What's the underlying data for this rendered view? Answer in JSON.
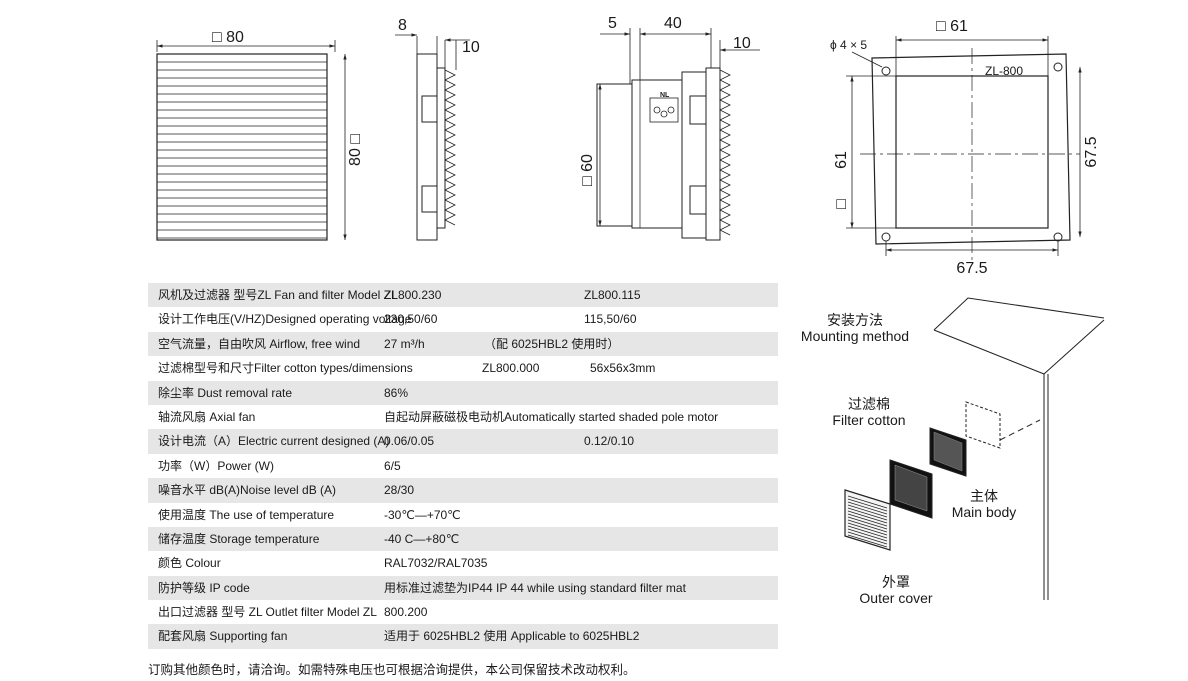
{
  "drawings": {
    "front": {
      "top_dim": "□ 80",
      "side_dim": "80 □"
    },
    "side1": {
      "dim_a": "8",
      "dim_b": "10"
    },
    "side2": {
      "dim_a": "5",
      "dim_b": "40",
      "dim_c": "10",
      "height_dim": "□ 60",
      "label": "NL"
    },
    "cutout": {
      "top_dim": "□ 61",
      "hole_dim": "ϕ 4 × 5",
      "model": "ZL-800",
      "left_dim": "61",
      "left_box": "□",
      "right_dim": "67.5",
      "bottom_dim": "67.5"
    }
  },
  "specs": [
    {
      "label": "风机及过滤器  型号ZL  Fan and filter  Model ZL",
      "v1": "ZL800.230",
      "v2": "ZL800.115",
      "v3": ""
    },
    {
      "label": "设计工作电压(V/HZ)Designed operating voltage",
      "v1": "230,50/60",
      "v2": "115,50/60",
      "v3": ""
    },
    {
      "label": "空气流量，自由吹风 Airflow, free wind",
      "v1": "27 m³/h",
      "v2": "（配   6025HBL2   使用时）",
      "v3": ""
    },
    {
      "label": "过滤棉型号和尺寸Filter cotton types/dimensions",
      "v1": "",
      "v2": "ZL800.000",
      "v3": "56x56x3mm"
    },
    {
      "label": "除尘率 Dust removal rate",
      "v1": "86%",
      "v2": "",
      "v3": ""
    },
    {
      "label": "轴流风扇 Axial fan",
      "v1": "自起动屏蔽磁极电动机Automatically started shaded pole motor",
      "v2": "",
      "v3": ""
    },
    {
      "label": "设计电流（A）Electric current designed (A)",
      "v1": "0.06/0.05",
      "v2": "0.12/0.10",
      "v3": ""
    },
    {
      "label": "功率（W）Power (W)",
      "v1": "6/5",
      "v2": "",
      "v3": ""
    },
    {
      "label": "噪音水平 dB(A)Noise level dB (A)",
      "v1": "28/30",
      "v2": "",
      "v3": ""
    },
    {
      "label": "使用温度  The use of temperature",
      "v1": "-30℃—+70℃",
      "v2": "",
      "v3": ""
    },
    {
      "label": "储存温度  Storage temperature",
      "v1": "-40 C—+80℃",
      "v2": "",
      "v3": ""
    },
    {
      "label": "颜色 Colour",
      "v1": "RAL7032/RAL7035",
      "v2": "",
      "v3": ""
    },
    {
      "label": "防护等级  IP code",
      "v1": "用标准过滤垫为IP44   IP 44 while using standard filter mat",
      "v2": "",
      "v3": ""
    },
    {
      "label": "出口过滤器  型号 ZL  Outlet filter  Model ZL",
      "v1": "800.200",
      "v2": "",
      "v3": ""
    },
    {
      "label": "配套风扇 Supporting fan",
      "v1": "适用于   6025HBL2     使用     Applicable to 6025HBL2",
      "v2": "",
      "v3": ""
    }
  ],
  "footnote": "订购其他颜色时，请洽询。如需特殊电压也可根据洽询提供，本公司保留技术改动权利。",
  "mounting": {
    "title_cn": "安装方法",
    "title_en": "Mounting method",
    "filter_cn": "过滤棉",
    "filter_en": "Filter cotton",
    "body_cn": "主体",
    "body_en": "Main body",
    "cover_cn": "外罩",
    "cover_en": "Outer cover"
  }
}
